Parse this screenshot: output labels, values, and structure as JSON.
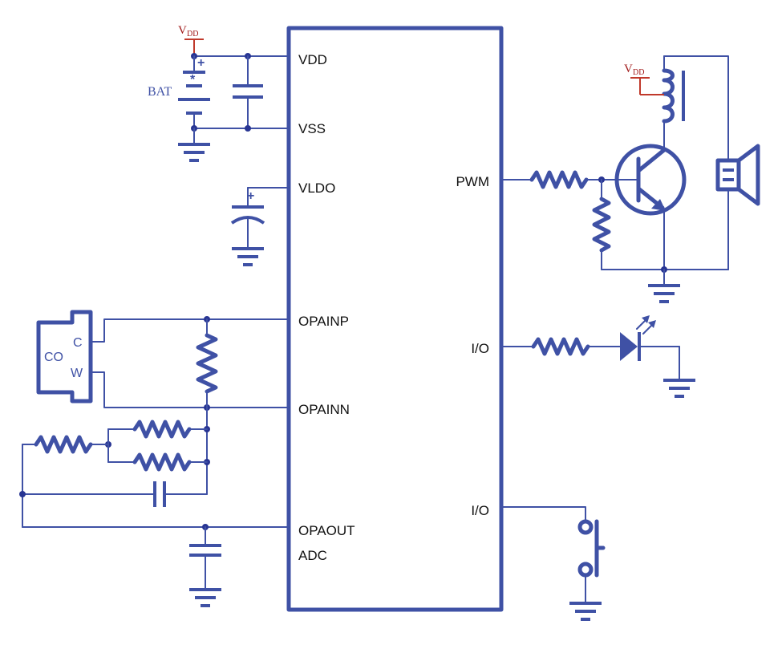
{
  "pins": {
    "vdd": "VDD",
    "vss": "VSS",
    "vldo": "VLDO",
    "opainp": "OPAINP",
    "opainn": "OPAINN",
    "opaout": "OPAOUT",
    "adc": "ADC",
    "pwm": "PWM",
    "io1": "I/O",
    "io2": "I/O"
  },
  "labels": {
    "bat": "BAT",
    "co": "CO",
    "c": "C",
    "w": "W",
    "plus": "+",
    "star": "*"
  },
  "supply": {
    "v": "V",
    "sub": "DD"
  },
  "colors": {
    "wire": "#3f51a5",
    "supply": "#a01818",
    "junction": "#283593"
  }
}
